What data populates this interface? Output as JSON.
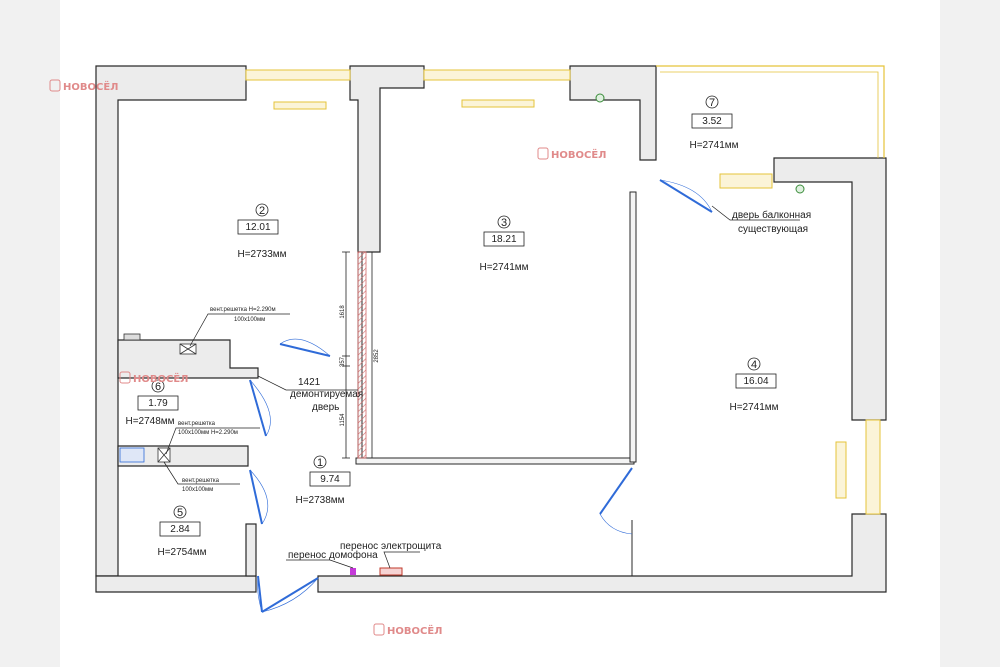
{
  "watermark": {
    "brand": "НОВОСЁЛ"
  },
  "rooms": [
    {
      "num": "1",
      "area": "9.74",
      "height": "H=2738мм"
    },
    {
      "num": "2",
      "area": "12.01",
      "height": "H=2733мм"
    },
    {
      "num": "3",
      "area": "18.21",
      "height": "H=2741мм"
    },
    {
      "num": "4",
      "area": "16.04",
      "height": "H=2741мм"
    },
    {
      "num": "5",
      "area": "2.84",
      "height": "H=2754мм"
    },
    {
      "num": "6",
      "area": "1.79",
      "height": "H=2748мм"
    },
    {
      "num": "7",
      "area": "3.52",
      "height": "H=2741мм"
    }
  ],
  "annotations": {
    "vent1_line1": "вент.решетка H=2.290м",
    "vent1_line2": "100х100мм",
    "vent2_line1": "вент.решетка",
    "vent2_line2": "100х100мм H=2.290м",
    "vent3_line1": "вент.решетка",
    "vent3_line2": "100х100мм",
    "door_remove_dim": "1421",
    "door_remove_1": "демонтируемая",
    "door_remove_2": "дверь",
    "balcony_1": "дверь балконная",
    "balcony_2": "существующая",
    "panel_move": "перенос электрощита",
    "intercom_move": "перенос домофона"
  },
  "dimensions": {
    "d1618": "1618",
    "d357": "357",
    "d1154": "1154",
    "d2852": "2852"
  },
  "colors": {
    "wall": "#ececec",
    "wall_stroke": "#2a2a2a",
    "window": "#e5c33a",
    "door": "#2f6bd8",
    "partition": "#e89a9a",
    "watermark": "#e08a8a"
  }
}
